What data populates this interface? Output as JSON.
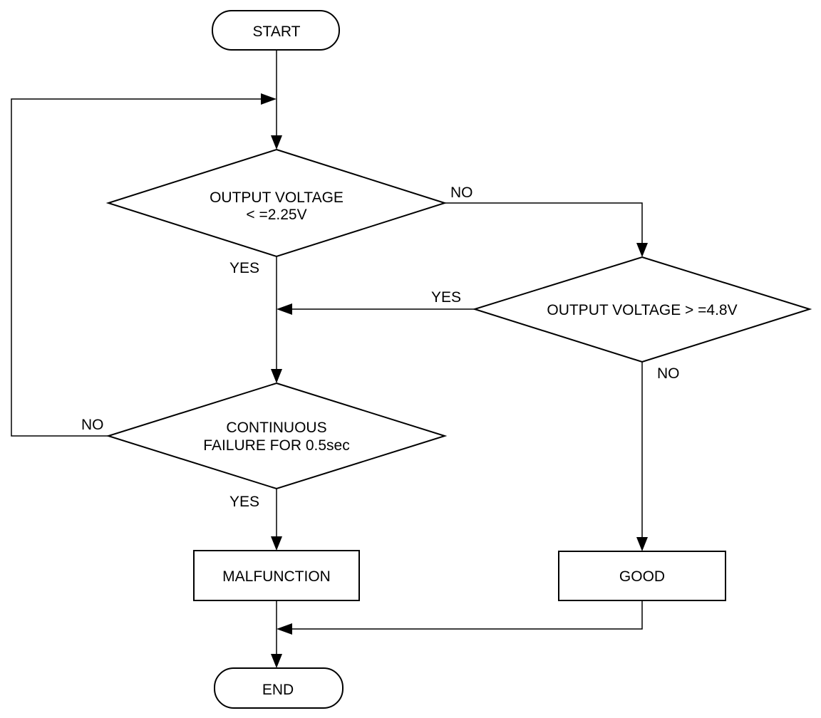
{
  "terminals": {
    "start": "START",
    "end": "END"
  },
  "decisions": {
    "low_voltage": {
      "line1": "OUTPUT VOLTAGE",
      "line2": "< =2.25V"
    },
    "high_voltage": {
      "line1": "OUTPUT VOLTAGE > =4.8V"
    },
    "continuous_failure": {
      "line1": "CONTINUOUS",
      "line2": "FAILURE FOR 0.5sec"
    }
  },
  "processes": {
    "malfunction": "MALFUNCTION",
    "good": "GOOD"
  },
  "branch_labels": {
    "low_voltage_no": "NO",
    "low_voltage_yes": "YES",
    "high_voltage_yes": "YES",
    "high_voltage_no": "NO",
    "continuous_failure_no": "NO",
    "continuous_failure_yes": "YES"
  },
  "colors": {
    "line": "#000000",
    "background": "#ffffff"
  }
}
